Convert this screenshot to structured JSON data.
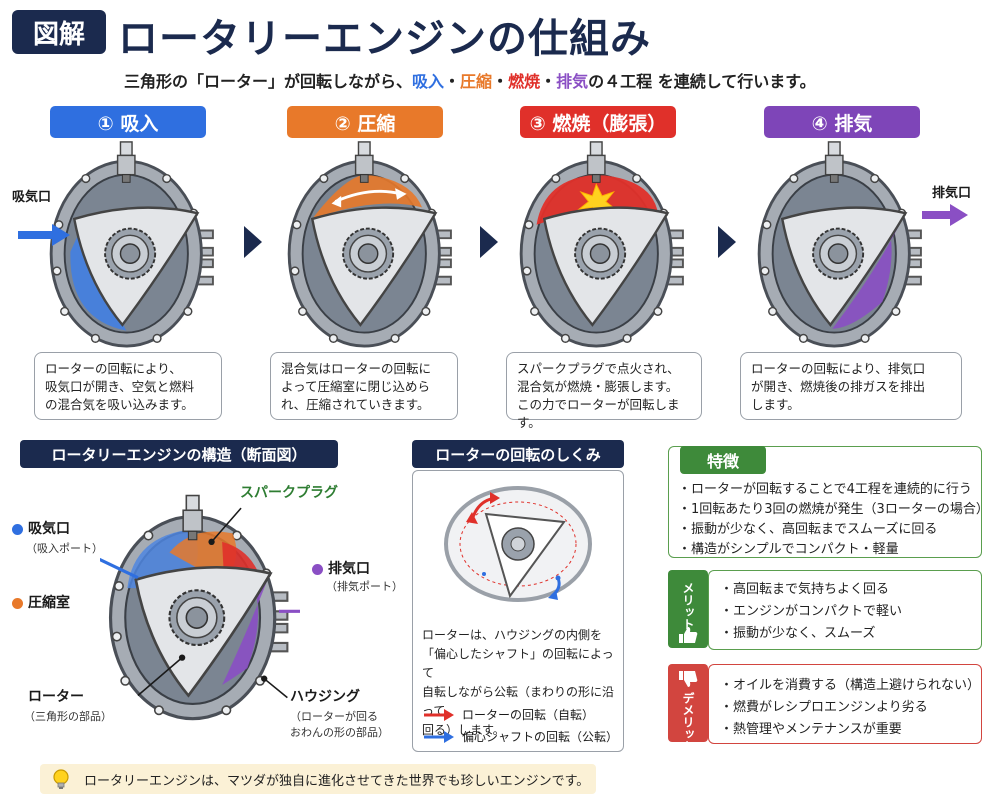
{
  "header": {
    "badge": "図解",
    "title": "ロータリーエンジンの仕組み",
    "subtitle_pre": "三角形の「ローター」が回転しながら、",
    "kw_intake": "吸入",
    "kw_compress": "圧縮",
    "kw_combust": "燃焼",
    "kw_exhaust": "排気",
    "sep": "・",
    "subtitle_post": "の４工程 を連続して行います。"
  },
  "steps": [
    {
      "label": "① 吸入",
      "color": "#2f6fe0",
      "desc": "ローターの回転により、\n吸気口が開き、空気と燃料\nの混合気を吸い込みます。"
    },
    {
      "label": "② 圧縮",
      "color": "#e8792a",
      "desc": "混合気はローターの回転に\nよって圧縮室に閉じ込めら\nれ、圧縮されていきます。"
    },
    {
      "label": "③ 燃焼（膨張）",
      "color": "#e0302a",
      "desc": "スパークプラグで点火され、\n混合気が燃焼・膨張します。\nこの力でローターが回転します。"
    },
    {
      "label": "④ 排気",
      "color": "#7e45b8",
      "desc": "ローターの回転により、排気口\nが開き、燃焼後の排ガスを排出\nします。"
    }
  ],
  "side_labels": {
    "intake_port": "吸気口",
    "exhaust_port": "排気口"
  },
  "structure": {
    "header": "ロータリーエンジンの構造（断面図）",
    "spark_plug": "スパークプラグ",
    "intake": "吸気口",
    "intake_sub": "（吸入ポート）",
    "exhaust": "排気口",
    "exhaust_sub": "（排気ポート）",
    "chamber": "圧縮室",
    "rotor": "ローター",
    "rotor_sub": "（三角形の部品）",
    "housing": "ハウジング",
    "housing_sub1": "（ローターが回る",
    "housing_sub2": "おわんの形の部品）"
  },
  "rotation": {
    "header": "ローターの回転のしくみ",
    "desc": "ローターは、ハウジングの内側を\n「偏心したシャフト」の回転によって\n自転しながら公転（まわりの形に沿って\n回る）します。",
    "legend_rotor": "ローターの回転（自転）",
    "legend_shaft": "偏心シャフトの回転（公転）"
  },
  "features": {
    "header": "特徴",
    "items": [
      "・ローターが回転することで4工程を連続的に行う",
      "・1回転あたり3回の燃焼が発生（3ローターの場合）",
      "・振動が少なく、高回転までスムーズに回る",
      "・構造がシンプルでコンパクト・軽量"
    ]
  },
  "pros": {
    "tag": "メリット",
    "items": [
      "・高回転まで気持ちよく回る",
      "・エンジンがコンパクトで軽い",
      "・振動が少なく、スムーズ"
    ]
  },
  "cons": {
    "tag": "デメリット",
    "items": [
      "・オイルを消費する（構造上避けられない）",
      "・燃費がレシプロエンジンより劣る",
      "・熱管理やメンテナンスが重要"
    ]
  },
  "tip": {
    "text": "ロータリーエンジンは、マツダが独自に進化させてきた世界でも珍しいエンジンです。"
  },
  "colors": {
    "navy": "#1b2a4e",
    "intake": "#2f6fe0",
    "compress": "#e8792a",
    "combust": "#e0302a",
    "exhaust": "#7e45b8",
    "green": "#3e8a3a",
    "red": "#d2453f"
  }
}
